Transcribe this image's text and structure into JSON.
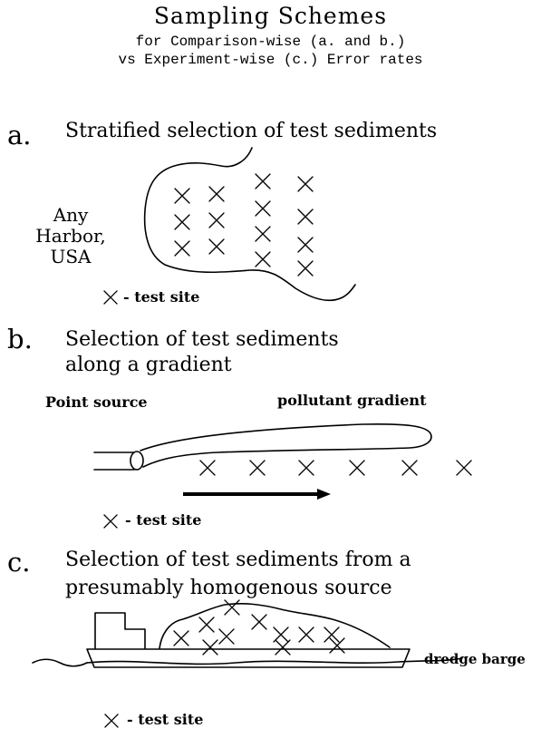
{
  "header": {
    "title": "Sampling Schemes",
    "subtitle_line1": "for Comparison-wise (a. and b.)",
    "subtitle_line2": "vs Experiment-wise (c.) Error rates"
  },
  "panel_a": {
    "letter": "a.",
    "heading": "Stratified selection of test sediments",
    "place_line1": "Any",
    "place_line2": "Harbor,",
    "place_line3": "USA",
    "legend_label": "- test site"
  },
  "panel_b": {
    "letter": "b.",
    "heading_line1": "Selection of test sediments",
    "heading_line2": "along a gradient",
    "source_label": "Point source",
    "gradient_label": "pollutant gradient",
    "legend_label": "- test site"
  },
  "panel_c": {
    "letter": "c.",
    "heading_line1": "Selection of test sediments from a",
    "heading_line2": "presumably homogenous source",
    "barge_label": "dredge barge",
    "legend_label": "- test site"
  },
  "marker_symbol": "X"
}
